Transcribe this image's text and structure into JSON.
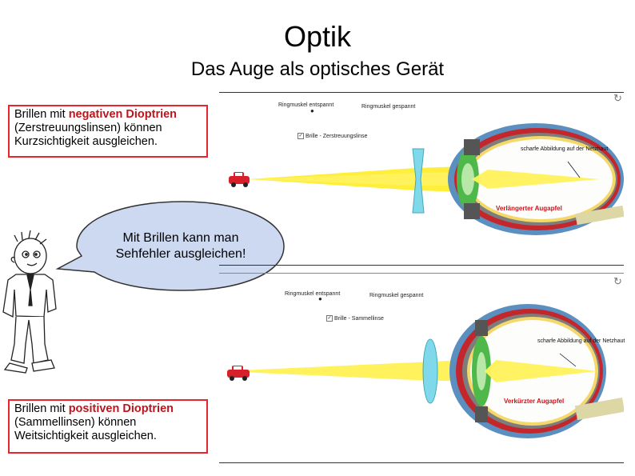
{
  "title": "Optik",
  "subtitle": "Das Auge als optisches Gerät",
  "box_top": {
    "prefix": "Brillen mit ",
    "highlight": "negativen Dioptrien",
    "line2": "(Zerstreuungslinsen) können",
    "line3": "Kurzsichtigkeit ausgleichen."
  },
  "box_bottom": {
    "prefix": "Brillen mit ",
    "highlight": "positiven Dioptrien",
    "line2": "(Sammellinsen) können",
    "line3": "Weitsichtigkeit ausgleichen."
  },
  "speech_bubble": {
    "line1": "Mit Brillen kann man",
    "line2": "Sehfehler ausgleichen!"
  },
  "sim_top": {
    "ciliary_relaxed": "Ringmuskel entspannt",
    "ciliary_tense": "Ringmuskel gespannt",
    "checkbox_label": "Brille - Zerstreuungslinse",
    "sharp_image": "scharfe Abbildung auf der Netzhaut",
    "eye_label": "Verlängerter Augapfel"
  },
  "sim_bottom": {
    "ciliary_relaxed": "Ringmuskel entspannt",
    "ciliary_tense": "Ringmuskel gespannt",
    "checkbox_label": "Brille - Sammellinse",
    "sharp_image": "scharfe Abbildung auf der Netzhaut",
    "eye_label": "Verkürzter Augapfel"
  },
  "icons": [
    "refresh-icon",
    "car-icon",
    "eye-icon",
    "checkbox-icon",
    "cartoon-man"
  ],
  "colors": {
    "box_border": "#e8242c",
    "highlight_text": "#c0141c",
    "bubble_fill": "#ccd9f1",
    "light_beam": "#ffef3a",
    "lens": "#7fd9ea",
    "eye_red_label": "#d0101a"
  }
}
